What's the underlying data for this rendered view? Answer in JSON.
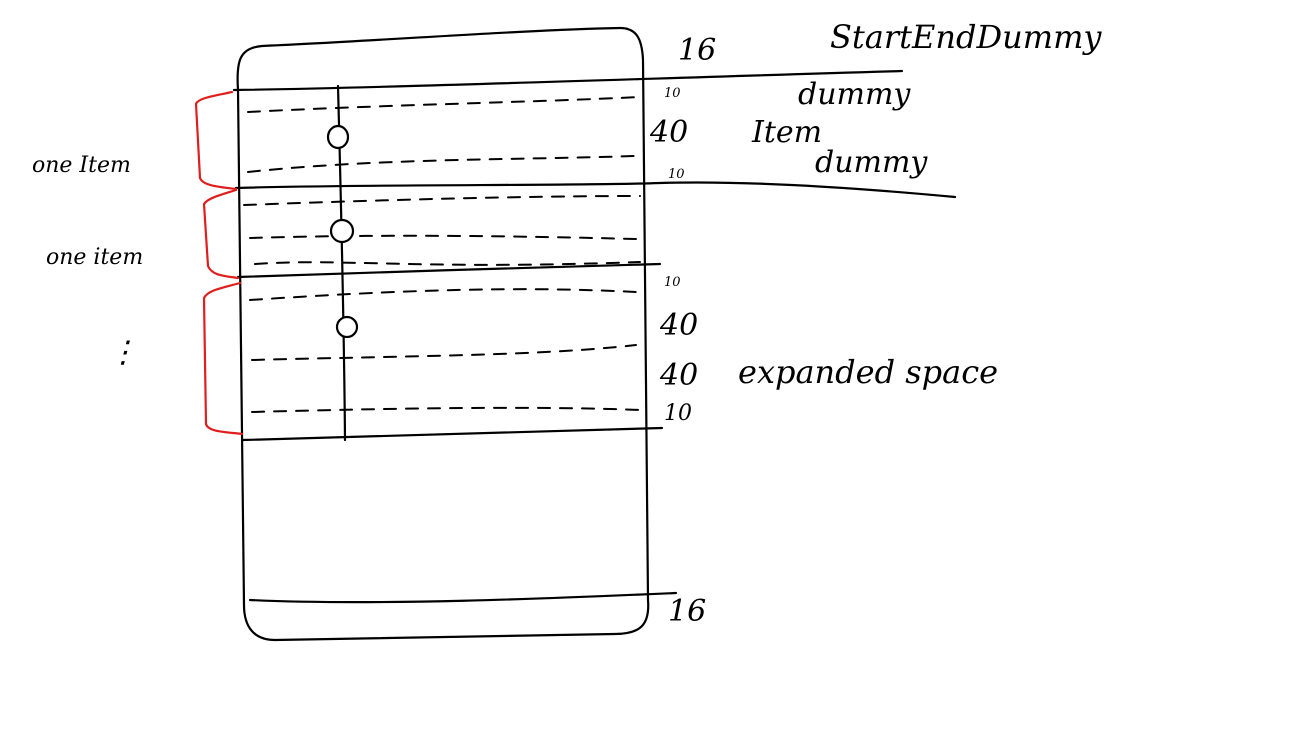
{
  "labels": {
    "top_padding": "16",
    "start_end_dummy": "StartEndDummy",
    "dummy_top_size": "10",
    "dummy_top": "dummy",
    "item_size": "40",
    "item": "Item",
    "dummy_bottom_size": "10",
    "dummy_bottom": "dummy",
    "one_item_1": "one Item",
    "one_item_2": "one item",
    "ellipsis": "⋮",
    "third_dummy_size": "10",
    "third_item_size": "40",
    "expanded_size": "40",
    "expanded_space": "expanded space",
    "third_bottom_size": "10",
    "bottom_padding": "16"
  },
  "colors": {
    "ink": "#000000",
    "brace": "#e01e1e",
    "background": "#ffffff"
  }
}
